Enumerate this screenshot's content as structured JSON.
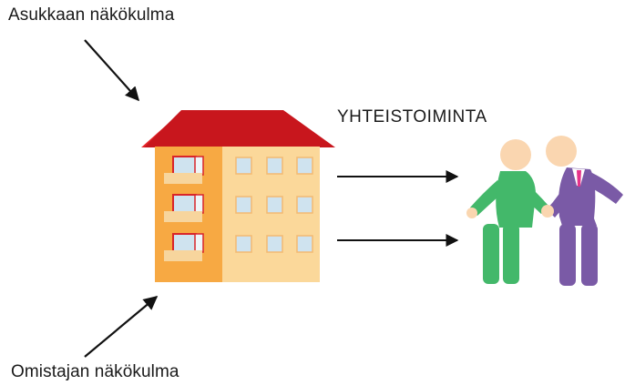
{
  "labels": {
    "resident_perspective": "Asukkaan näkökulma",
    "owner_perspective": "Omistajan näkökulma",
    "cooperation": "YHTEISTOIMINTA"
  },
  "colors": {
    "roof": "#c8161d",
    "roof_left": "#e8262b",
    "building_left": "#f7a943",
    "building_right": "#fbd89a",
    "window": "#cfe3ef",
    "window_red_frame": "#d9242a",
    "balcony": "#f7d59d",
    "person_green": "#43b86a",
    "person_purple": "#7a5aa6",
    "skin": "#fad6b0",
    "tie": "#e6338a",
    "arrow": "#111111"
  },
  "icons": {
    "building": "apartment-building-icon",
    "people": "handshake-people-icon"
  }
}
